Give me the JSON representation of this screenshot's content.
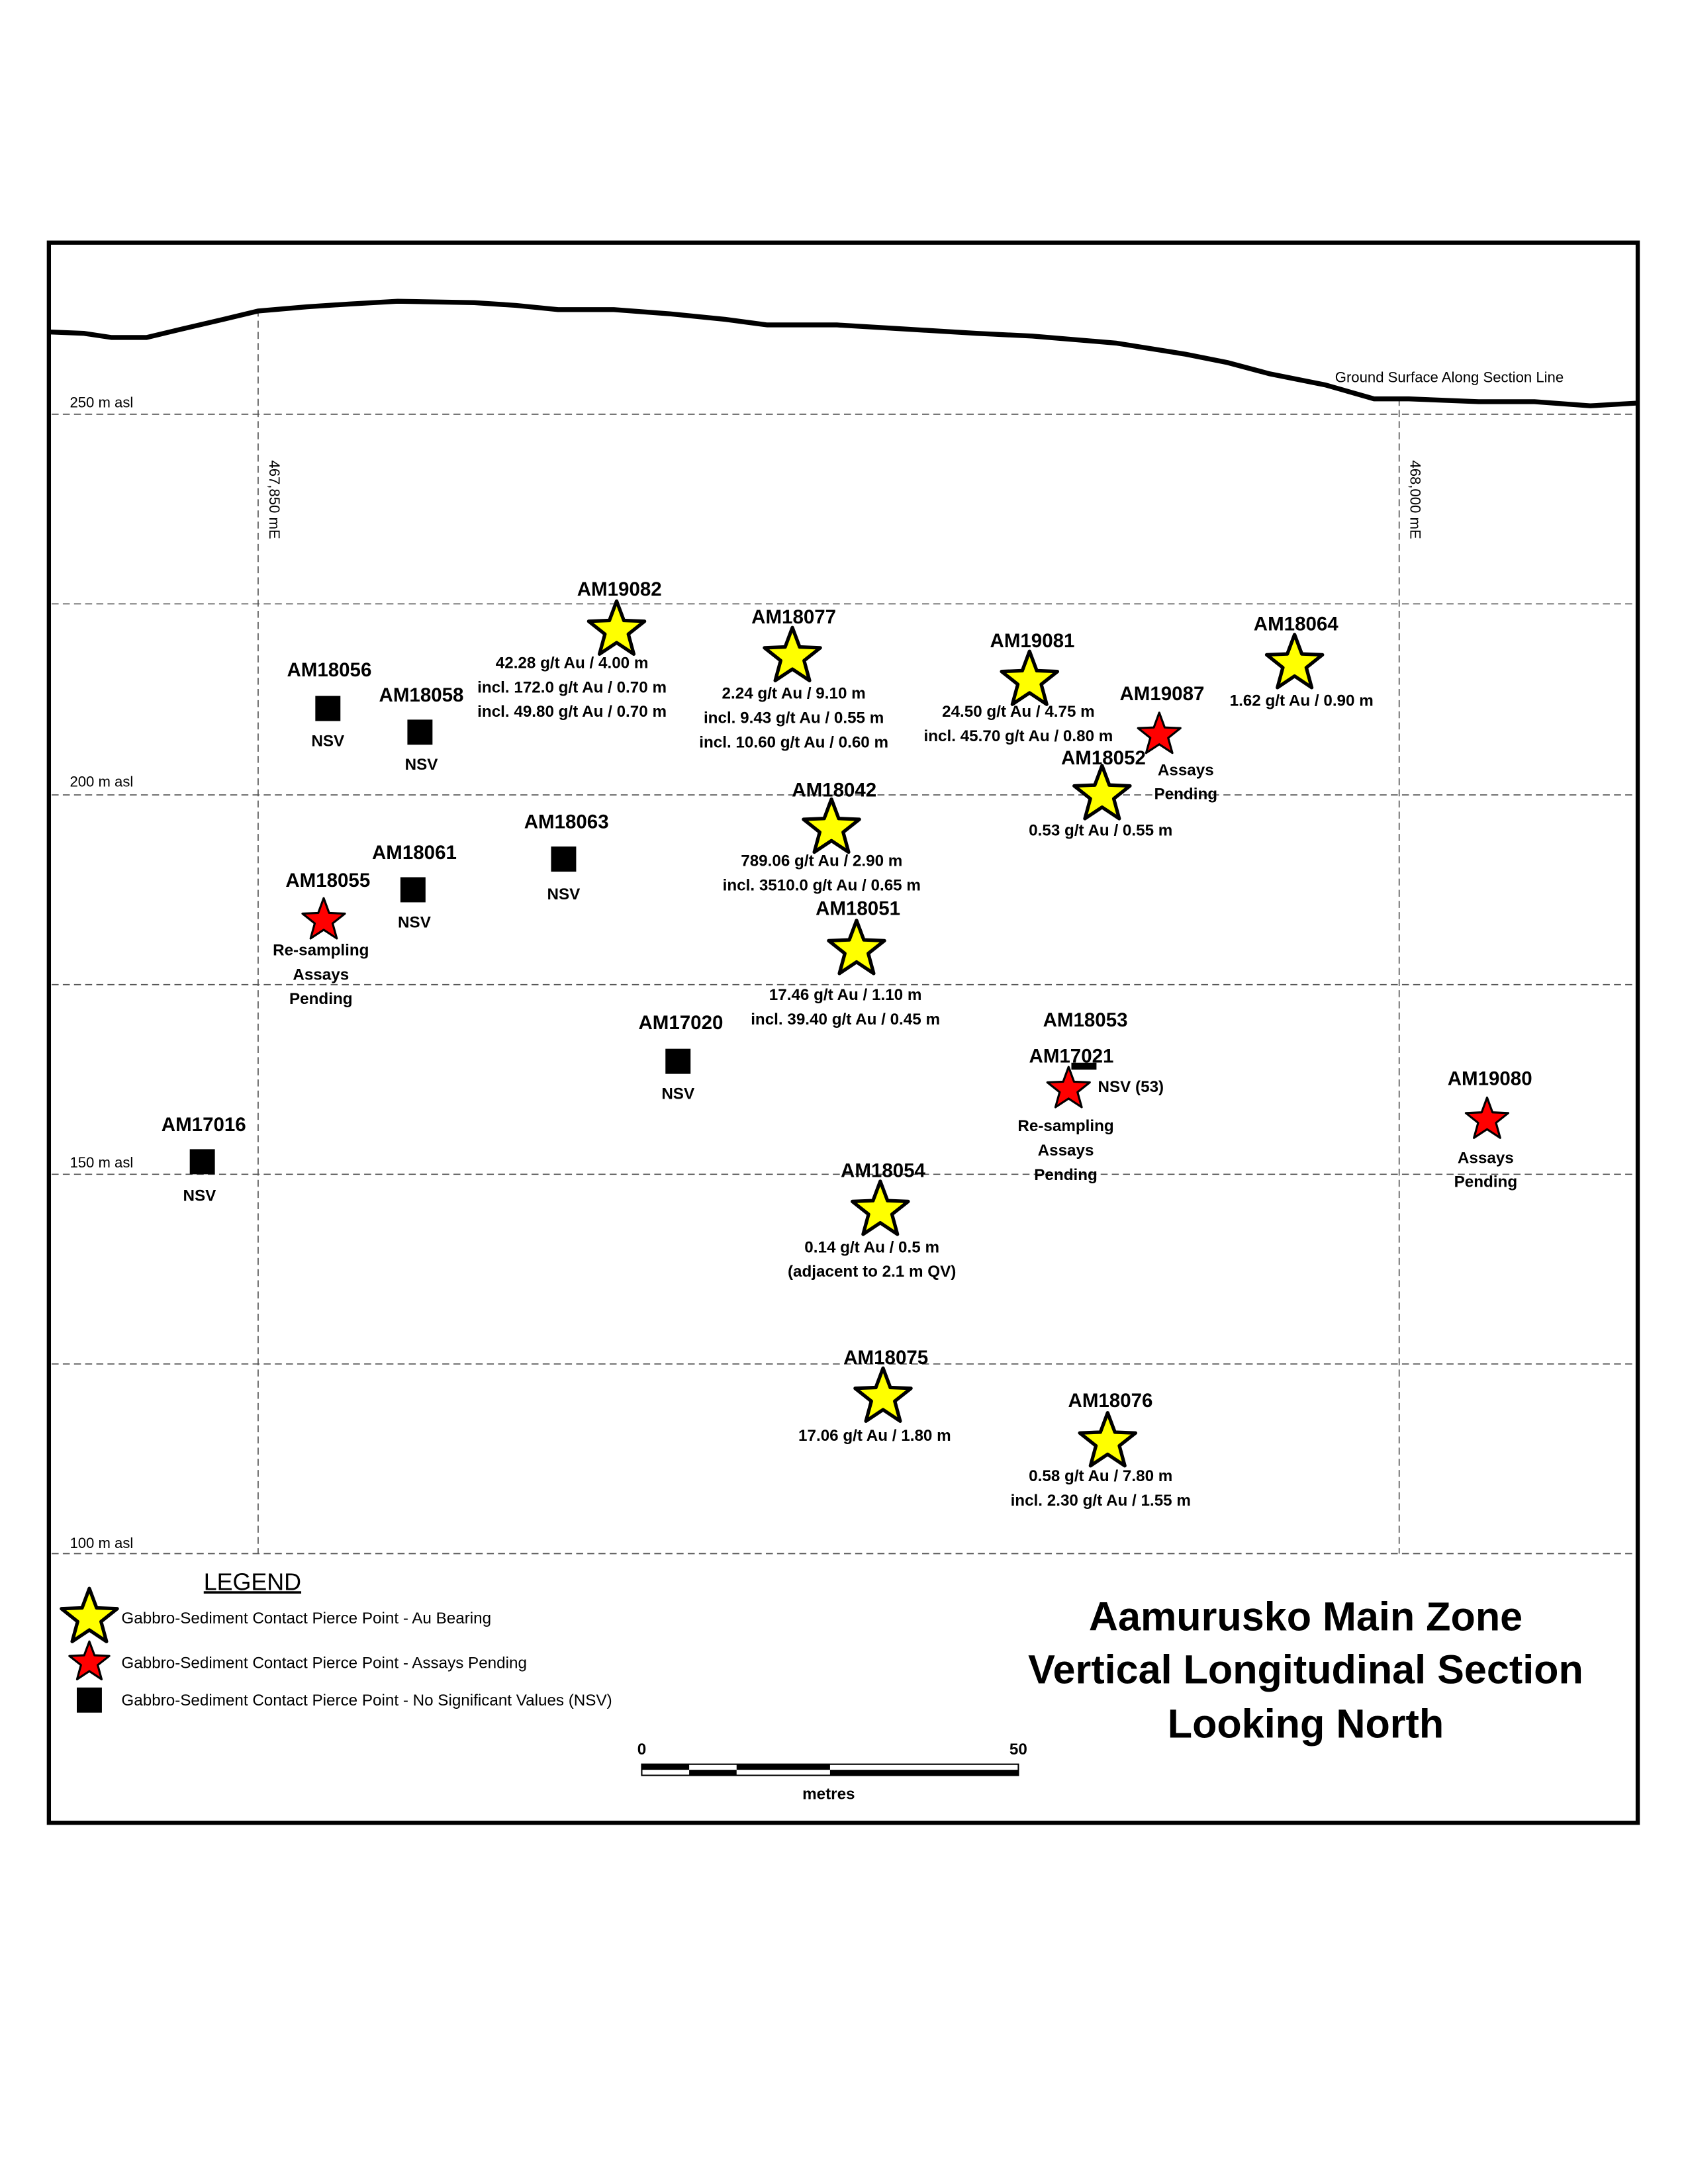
{
  "title": {
    "lines": [
      "Aamurusko Main Zone",
      "Vertical Longitudinal Section",
      "Looking North"
    ]
  },
  "ground_label": "Ground Surface Along Section Line",
  "elevation_labels": [
    "250 m asl",
    "200 m asl",
    "150 m asl",
    "100 m asl"
  ],
  "easting_labels": [
    "467,850 mE",
    "468,000 mE"
  ],
  "colors": {
    "au_bearing": "#ffff00",
    "assays_pending": "#ff0000",
    "nsv": "#000000"
  },
  "points": [
    {
      "id": "AM19082",
      "type": "au",
      "lines": [
        "42.28 g/t Au / 4.00 m",
        "incl. 172.0 g/t Au / 0.70 m",
        "incl. 49.80 g/t Au / 0.70 m"
      ]
    },
    {
      "id": "AM18077",
      "type": "au",
      "lines": [
        "2.24 g/t Au / 9.10 m",
        "incl. 9.43 g/t Au / 0.55 m",
        "incl. 10.60 g/t Au / 0.60 m"
      ]
    },
    {
      "id": "AM19081",
      "type": "au",
      "lines": [
        "24.50 g/t Au / 4.75 m",
        "incl. 45.70 g/t Au / 0.80 m"
      ]
    },
    {
      "id": "AM18064",
      "type": "au",
      "lines": [
        "1.62 g/t Au / 0.90 m"
      ]
    },
    {
      "id": "AM19087",
      "type": "pending",
      "lines": [
        "Assays",
        "Pending"
      ]
    },
    {
      "id": "AM18052",
      "type": "au",
      "lines": [
        "0.53 g/t Au / 0.55 m"
      ]
    },
    {
      "id": "AM18042",
      "type": "au",
      "lines": [
        "789.06 g/t Au / 2.90 m",
        "incl. 3510.0 g/t Au / 0.65 m"
      ]
    },
    {
      "id": "AM18051",
      "type": "au",
      "lines": [
        "17.46 g/t Au / 1.10 m",
        "incl. 39.40 g/t Au / 0.45 m"
      ]
    },
    {
      "id": "AM18056",
      "type": "nsv",
      "lines": [
        "NSV"
      ]
    },
    {
      "id": "AM18058",
      "type": "nsv",
      "lines": [
        "NSV"
      ]
    },
    {
      "id": "AM18063",
      "type": "nsv",
      "lines": [
        "NSV"
      ]
    },
    {
      "id": "AM18061",
      "type": "nsv",
      "lines": [
        "NSV"
      ]
    },
    {
      "id": "AM18055",
      "type": "pending",
      "lines": [
        "Re-sampling",
        "Assays",
        "Pending"
      ]
    },
    {
      "id": "AM17020",
      "type": "nsv",
      "lines": [
        "NSV"
      ]
    },
    {
      "id": "AM18053",
      "type": "nsv-small",
      "lines": []
    },
    {
      "id": "AM17021",
      "type": "pending",
      "lines": [
        "Re-sampling",
        "Assays",
        "Pending"
      ],
      "side_note": "NSV (53)"
    },
    {
      "id": "AM19080",
      "type": "pending",
      "lines": [
        "Assays",
        "Pending"
      ]
    },
    {
      "id": "AM17016",
      "type": "nsv",
      "lines": [
        "NSV"
      ]
    },
    {
      "id": "AM18054",
      "type": "au",
      "lines": [
        "0.14 g/t Au / 0.5 m",
        "(adjacent to 2.1 m QV)"
      ]
    },
    {
      "id": "AM18075",
      "type": "au",
      "lines": [
        "17.06 g/t Au / 1.80 m"
      ]
    },
    {
      "id": "AM18076",
      "type": "au",
      "lines": [
        "0.58 g/t Au / 7.80 m",
        "incl. 2.30 g/t Au / 1.55 m"
      ]
    }
  ],
  "legend": {
    "heading": "LEGEND",
    "items": [
      {
        "symbol": "yellow-star",
        "label": "Gabbro-Sediment Contact Pierce Point - Au Bearing"
      },
      {
        "symbol": "red-star",
        "label": "Gabbro-Sediment Contact Pierce Point - Assays Pending"
      },
      {
        "symbol": "black-square",
        "label": "Gabbro-Sediment Contact Pierce Point - No Significant Values (NSV)"
      }
    ]
  },
  "scale_bar": {
    "start": "0",
    "end": "50",
    "unit": "metres"
  }
}
